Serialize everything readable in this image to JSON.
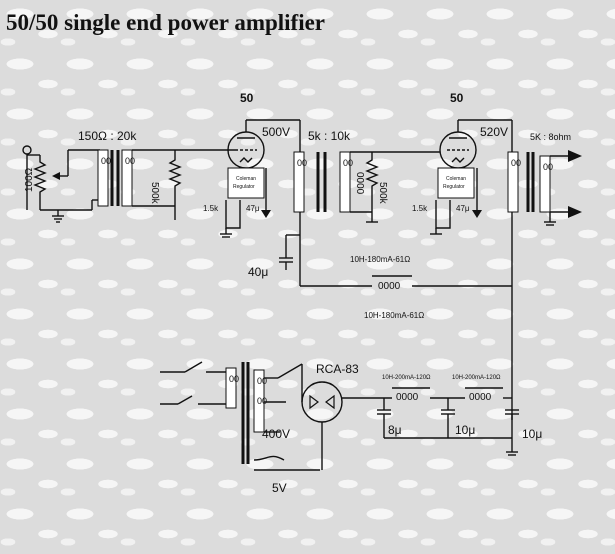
{
  "title": "50/50 single end power amplifier",
  "labels": {
    "tube1": "50",
    "tube2": "50",
    "b_plus_1": "500V",
    "b_plus_2": "520V",
    "input_tx_ratio": "150Ω : 20k",
    "interstage_ratio": "5k : 10k",
    "output_tx": "5K : 8ohm",
    "input_pot": "100Ω",
    "grid_res_1": "500k",
    "grid_res_2": "500k",
    "regulator_1": [
      "Coleman",
      "Regulator"
    ],
    "regulator_2": [
      "Coleman",
      "Regulator"
    ],
    "bias_1": "1.5k",
    "bias_cap_1": "47μ",
    "bias_2": "1.5k",
    "bias_cap_2": "47μ",
    "decouple_cap": "40μ",
    "choke_main": "10H-180mA-61Ω",
    "choke_main_caption": "10H-180mA-61Ω",
    "rectifier": "RCA-83",
    "choke_2": "10H-200mA-120Ω",
    "choke_3": "10H-200mA-120Ω",
    "filter_cap_1": "8μ",
    "filter_cap_2": "10μ",
    "filter_cap_3": "10μ",
    "hv_winding": "400V",
    "heater_winding": "5V"
  }
}
